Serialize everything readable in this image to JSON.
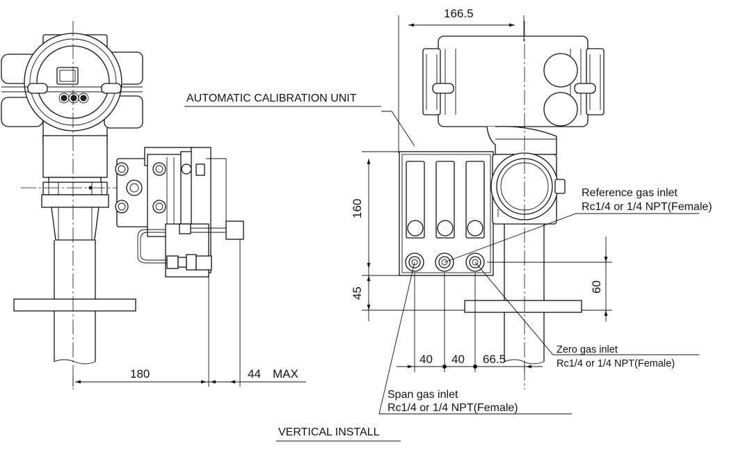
{
  "labels": {
    "unit": "AUTOMATIC CALIBRATION UNIT",
    "reference_inlet_1": "Reference gas inlet",
    "reference_inlet_2": "Rc1/4 or 1/4 NPT(Female)",
    "zero_inlet_1": "Zero gas inlet",
    "zero_inlet_2": "Rc1/4 or 1/4 NPT(Female)",
    "span_inlet_1": "Span gas inlet",
    "span_inlet_2": "Rc1/4 or 1/4 NPT(Female)",
    "caption": "VERTICAL INSTALL"
  },
  "dimensions": {
    "width_top": "166.5",
    "height_unit": "160",
    "height_lower": "45",
    "height_right": "60",
    "spacing_1": "40",
    "spacing_2": "40",
    "spacing_3": "66.5",
    "side_depth": "180",
    "max_projection": "44",
    "max_label": "MAX"
  }
}
